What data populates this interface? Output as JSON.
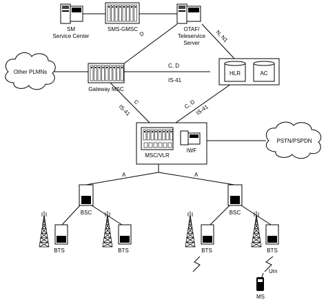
{
  "nodes": {
    "sm": {
      "line1": "SM",
      "line2": "Service Center"
    },
    "smsgmsc": {
      "label": "SMS-GMSC"
    },
    "otaf": {
      "line1": "OTAF/",
      "line2": "Teleservice",
      "line3": "Server"
    },
    "other_plmns": {
      "label": "Other PLMNs"
    },
    "gateway_msc": {
      "label": "Gateway MSC"
    },
    "hlr": {
      "label": "HLR"
    },
    "ac": {
      "label": "AC"
    },
    "msc_vlr": {
      "label": "MSC/VLR"
    },
    "iwf": {
      "label": "IWF"
    },
    "pstn": {
      "label": "PSTN/PSPDN"
    },
    "bsc_left": {
      "label": "BSC"
    },
    "bsc_right": {
      "label": "BSC"
    },
    "bts_1": {
      "label": "BTS"
    },
    "bts_2": {
      "label": "BTS"
    },
    "bts_3": {
      "label": "BTS"
    },
    "bts_4": {
      "label": "BTS"
    },
    "ms": {
      "label": "MS"
    }
  },
  "edges": {
    "otaf_gateway": "D",
    "otaf_hlr": "N, N1",
    "gateway_hlr_top": "C, D",
    "gateway_hlr_bottom": "IS-41",
    "gateway_msc_c": "C",
    "gateway_msc_is41": "IS-41",
    "hlr_msc_cd": "C, D",
    "hlr_msc_is41": "IS-41",
    "a_left": "A",
    "a_right": "A",
    "um": "Um"
  }
}
